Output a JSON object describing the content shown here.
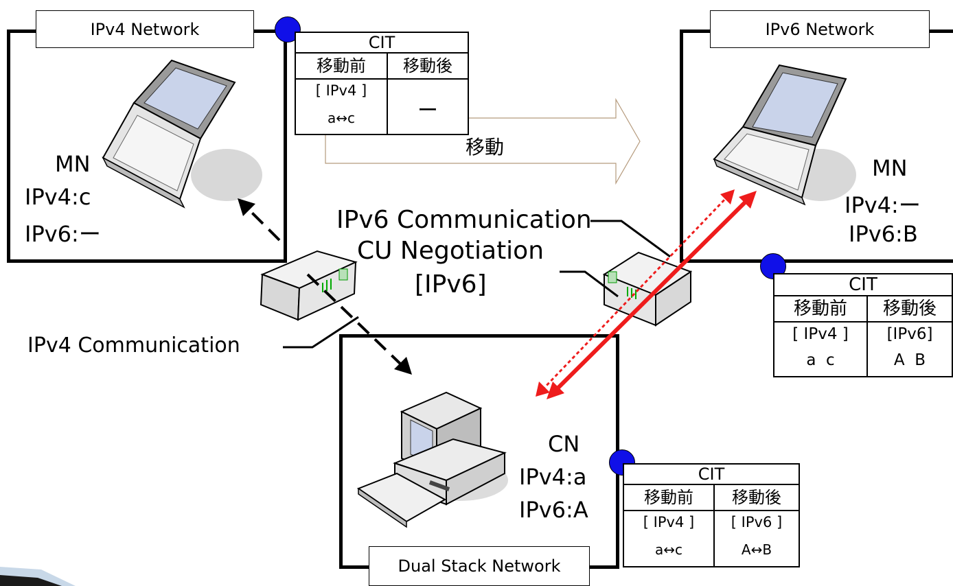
{
  "networks": {
    "ipv4": "IPv4 Network",
    "ipv6": "IPv6 Network",
    "dual": "Dual Stack Network"
  },
  "mn_left": {
    "name": "MN",
    "ipv4": "IPv4:c",
    "ipv6": "IPv6:ー"
  },
  "mn_right": {
    "name": "MN",
    "ipv4": "IPv4:ー",
    "ipv6": "IPv6:B"
  },
  "cn": {
    "name": "CN",
    "ipv4": "IPv4:a",
    "ipv6": "IPv6:A"
  },
  "move_label": "移動",
  "labels": {
    "ipv6_comm": "IPv6 Communication",
    "cu_negotiation": "CU Negotiation",
    "ipv6_bracket": "[IPv6]",
    "ipv4_comm": "IPv4 Communication"
  },
  "cit_top": {
    "title": "CIT",
    "before": "移動前",
    "after": "移動後",
    "before_proto": "[ IPv4 ]",
    "before_pair": "a↔c",
    "after_value": "ー"
  },
  "cit_right": {
    "title": "CIT",
    "before": "移動前",
    "after": "移動後",
    "before_proto": "[ IPv4 ]",
    "before_pair": "a  c",
    "after_proto": "[IPv6]",
    "after_pair": "A  B"
  },
  "cit_bottom": {
    "title": "CIT",
    "before": "移動前",
    "after": "移動後",
    "before_proto": "[ IPv4 ]",
    "before_pair": "a↔c",
    "after_proto": "[ IPv6 ]",
    "after_pair": "A↔B"
  },
  "colors": {
    "dot": "#1010e8",
    "ipv6_arrow": "#ee1c1c",
    "move_arrow": "#8b6b4a"
  }
}
